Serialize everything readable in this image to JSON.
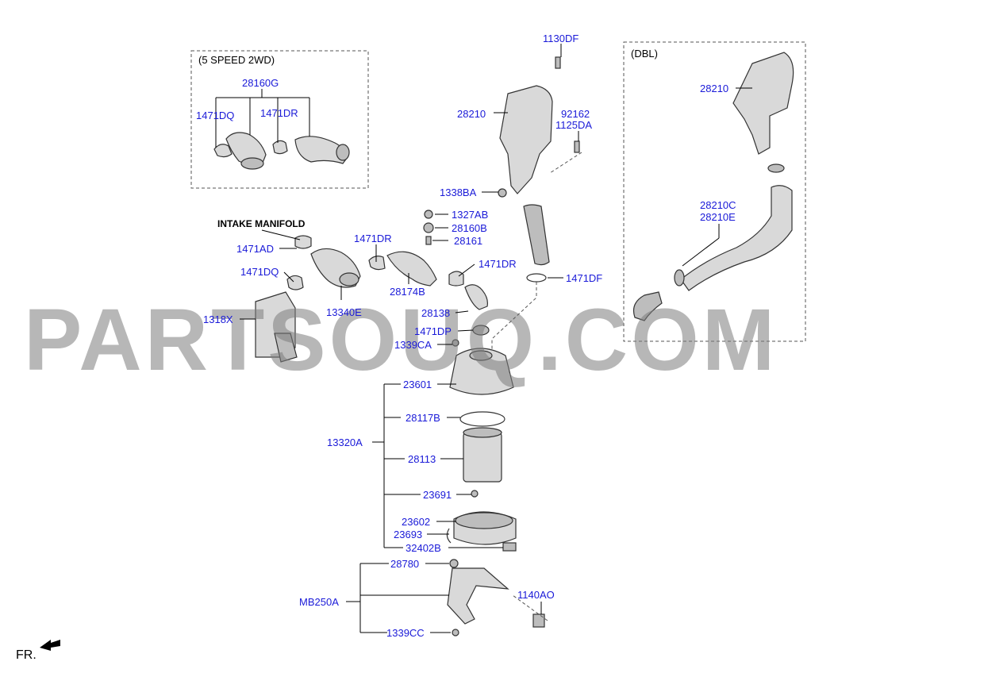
{
  "watermark": "PARTSOUQ.COM",
  "box_left_title": "(5 SPEED 2WD)",
  "box_right_title": "(DBL)",
  "intake_manifold": "INTAKE MANIFOLD",
  "fr_label": "FR.",
  "labels": {
    "l_28160G": "28160G",
    "l_1471DQ_a": "1471DQ",
    "l_1471DR_a": "1471DR",
    "l_1130DF": "1130DF",
    "l_28210_a": "28210",
    "l_92162": "92162",
    "l_1125DA": "1125DA",
    "l_1338BA": "1338BA",
    "l_1327AB": "1327AB",
    "l_28160B": "28160B",
    "l_28161": "28161",
    "l_1471DR_b": "1471DR",
    "l_1471DR_c": "1471DR",
    "l_1471AD": "1471AD",
    "l_1471DQ_b": "1471DQ",
    "l_28174B": "28174B",
    "l_1471DF": "1471DF",
    "l_13340E": "13340E",
    "l_1318X": "1318X",
    "l_28138": "28138",
    "l_1471DP": "1471DP",
    "l_1339CA": "1339CA",
    "l_23601": "23601",
    "l_28117B": "28117B",
    "l_13320A": "13320A",
    "l_28113": "28113",
    "l_23691": "23691",
    "l_23602": "23602",
    "l_23693": "23693",
    "l_32402B": "32402B",
    "l_28780": "28780",
    "l_MB250A": "MB250A",
    "l_1140AO": "1140AO",
    "l_1339CC": "1339CC",
    "l_28210_b": "28210",
    "l_28210C": "28210C",
    "l_28210E": "28210E"
  }
}
